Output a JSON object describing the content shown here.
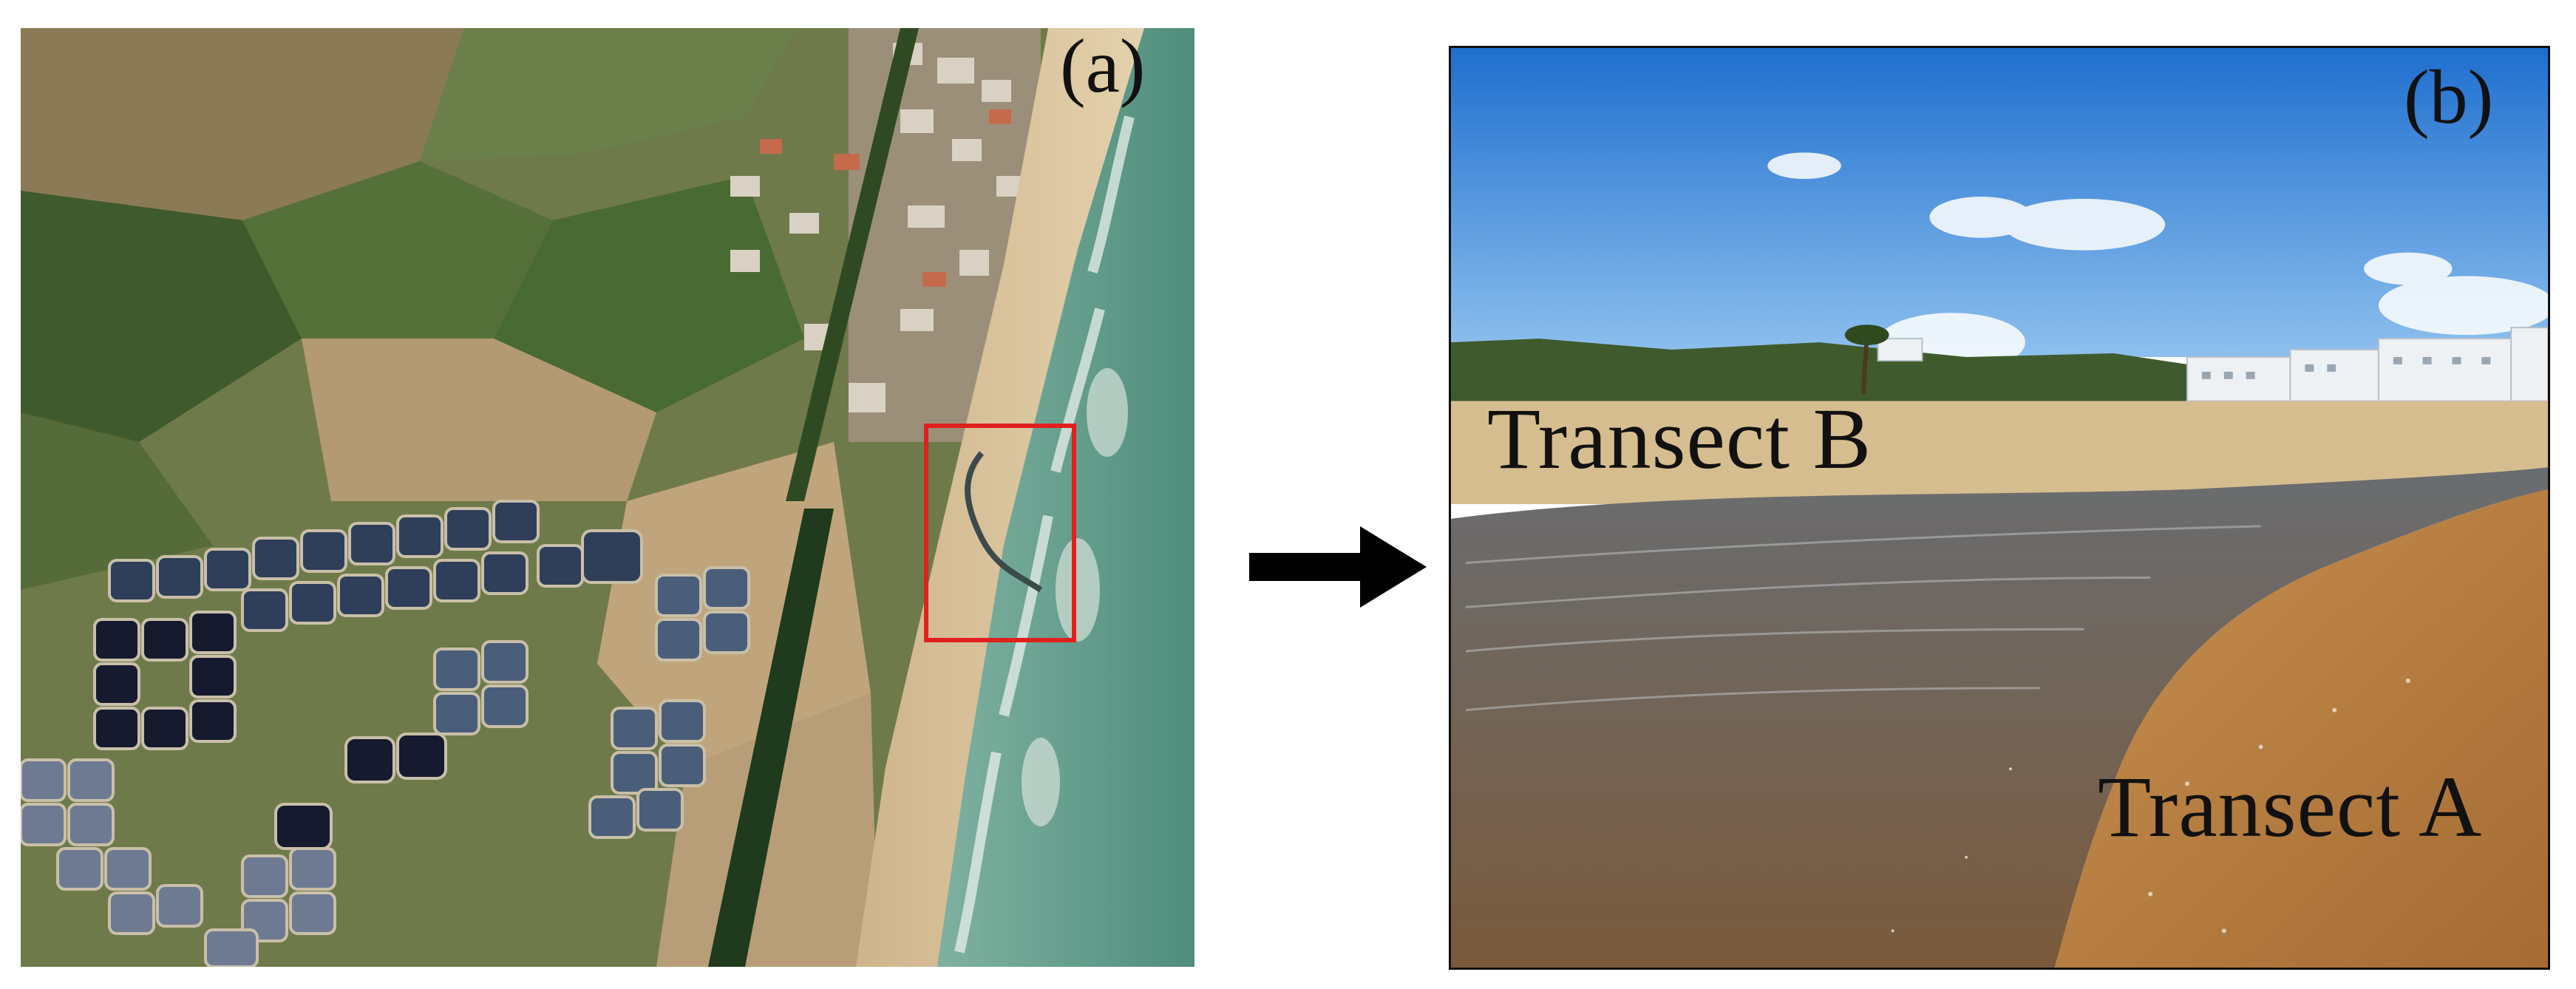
{
  "panels": {
    "a": {
      "label": "(a)"
    },
    "b": {
      "label": "(b)"
    }
  },
  "photo_labels": {
    "transect_b": "Transect B",
    "transect_a": "Transect A"
  },
  "colors": {
    "highlight_box": "#e0201e",
    "arrow": "#000000",
    "sea": "#5f9a89",
    "sand": "#d9c29c",
    "sky": "#3a86d6",
    "wet_sand": "#b27a3f"
  }
}
